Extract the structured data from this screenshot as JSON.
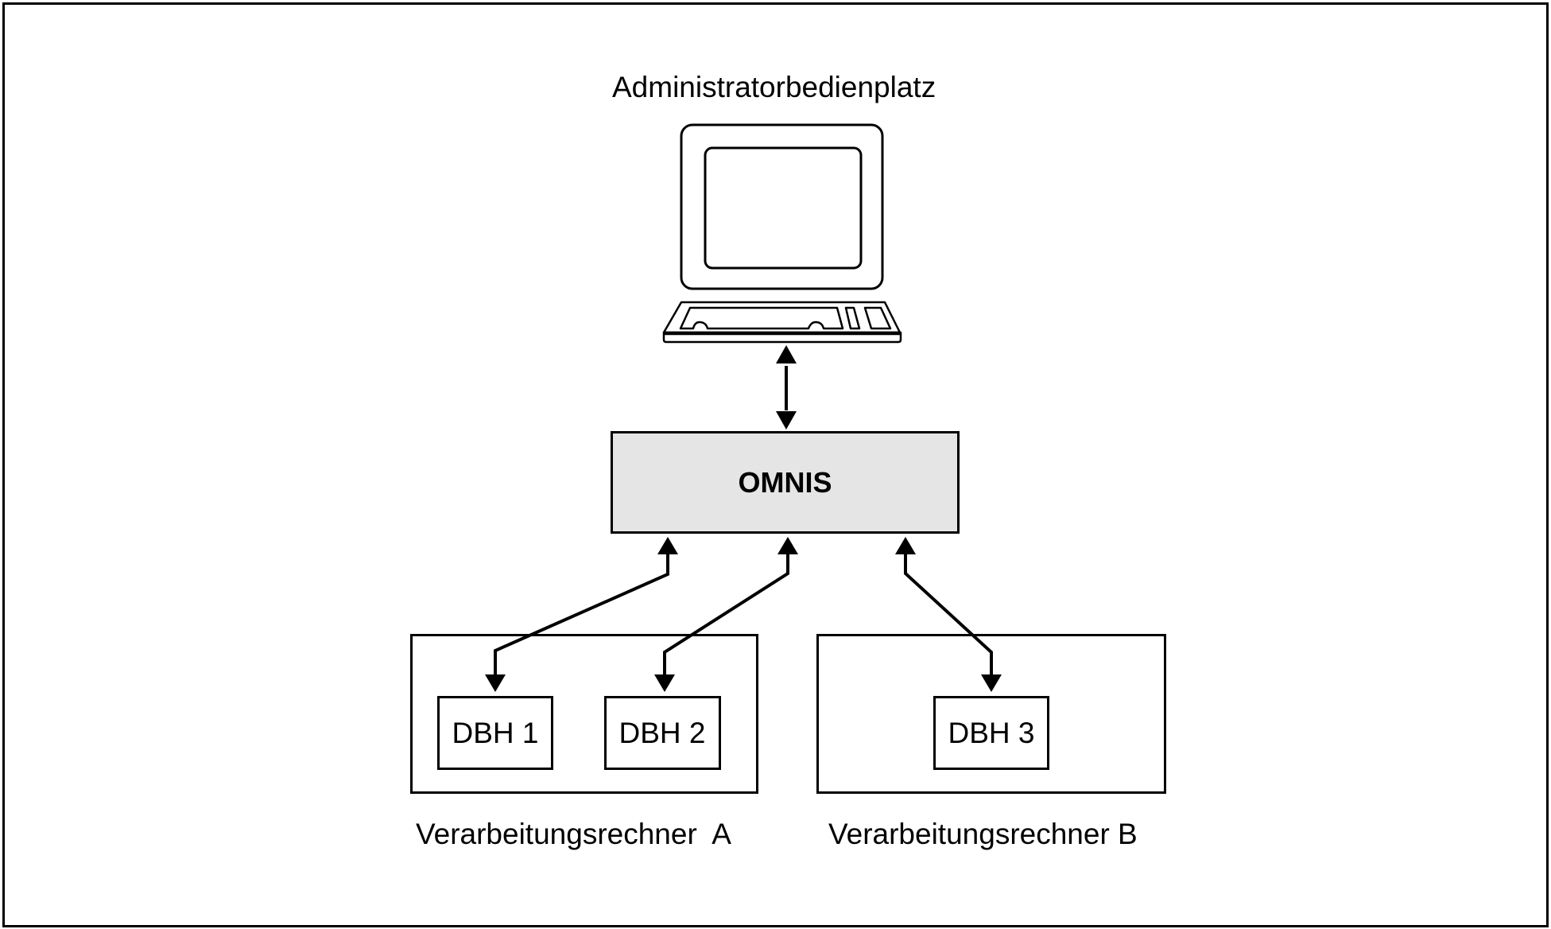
{
  "diagram": {
    "title": "Administratorbedienplatz",
    "central_node": "OMNIS",
    "hosts": [
      {
        "label": "Verarbeitungsrechner  A",
        "handlers": [
          "DBH 1",
          "DBH 2"
        ]
      },
      {
        "label": "Verarbeitungsrechner B",
        "handlers": [
          "DBH 3"
        ]
      }
    ],
    "connections": [
      {
        "from": "Administratorbedienplatz",
        "to": "OMNIS",
        "direction": "bidirectional"
      },
      {
        "from": "OMNIS",
        "to": "DBH 1",
        "direction": "bidirectional"
      },
      {
        "from": "OMNIS",
        "to": "DBH 2",
        "direction": "bidirectional"
      },
      {
        "from": "OMNIS",
        "to": "DBH 3",
        "direction": "bidirectional"
      }
    ],
    "icons": {
      "workstation": "computer-terminal-icon"
    },
    "colors": {
      "central_fill": "#e5e5e5",
      "stroke": "#000000",
      "background": "#ffffff"
    }
  }
}
